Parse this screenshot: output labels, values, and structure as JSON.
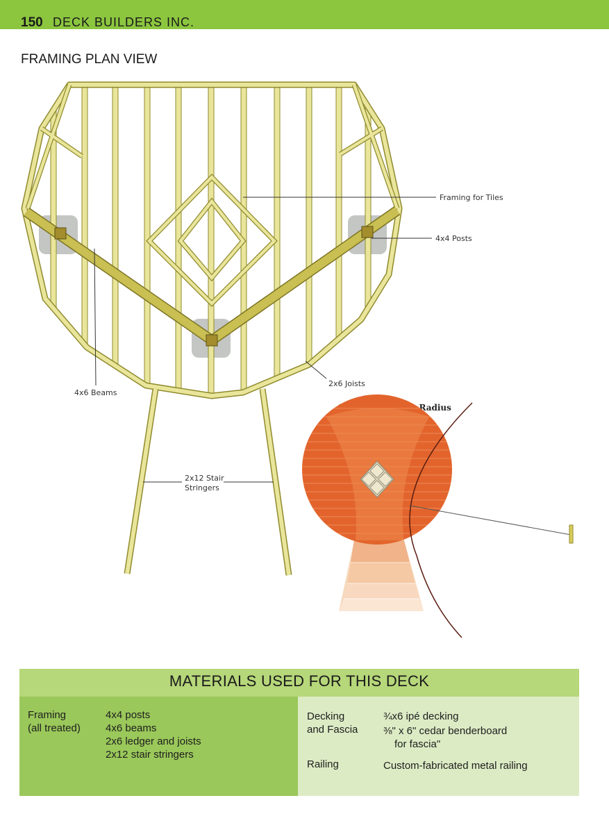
{
  "header": {
    "page_number": "150",
    "section": "DECK BUILDERS INC."
  },
  "plan": {
    "title": "FRAMING PLAN VIEW",
    "labels": {
      "tiles": "Framing for Tiles",
      "posts": "4x4 Posts",
      "beams": "4x6 Beams",
      "joists": "2x6 Joists",
      "stringers_1": "2x12 Stair",
      "stringers_2": "Stringers"
    }
  },
  "radius": {
    "title": "Determining the Radius"
  },
  "materials": {
    "title": "MATERIALS USED FOR THIS DECK",
    "framing_label_1": "Framing",
    "framing_label_2": "(all treated)",
    "framing_items": [
      "4x4 posts",
      "4x6 beams",
      "2x6 ledger and joists",
      "2x12 stair stringers"
    ],
    "decking_label_1": "Decking",
    "decking_label_2": "and Fascia",
    "decking_item_1": "¾x6 ipé decking",
    "decking_item_2": "⅜\" x 6\" cedar benderboard",
    "decking_item_3": "for fascia\"",
    "railing_label": "Railing",
    "railing_item": "Custom-fabricated metal railing"
  },
  "colors": {
    "header": "#8cc63f",
    "lumber": "#e9e59a",
    "lumber_edge": "#8f8a2e",
    "beam": "#c9bf52",
    "post_pad": "#c4c6c4",
    "deck_orange": "#e2642c"
  }
}
